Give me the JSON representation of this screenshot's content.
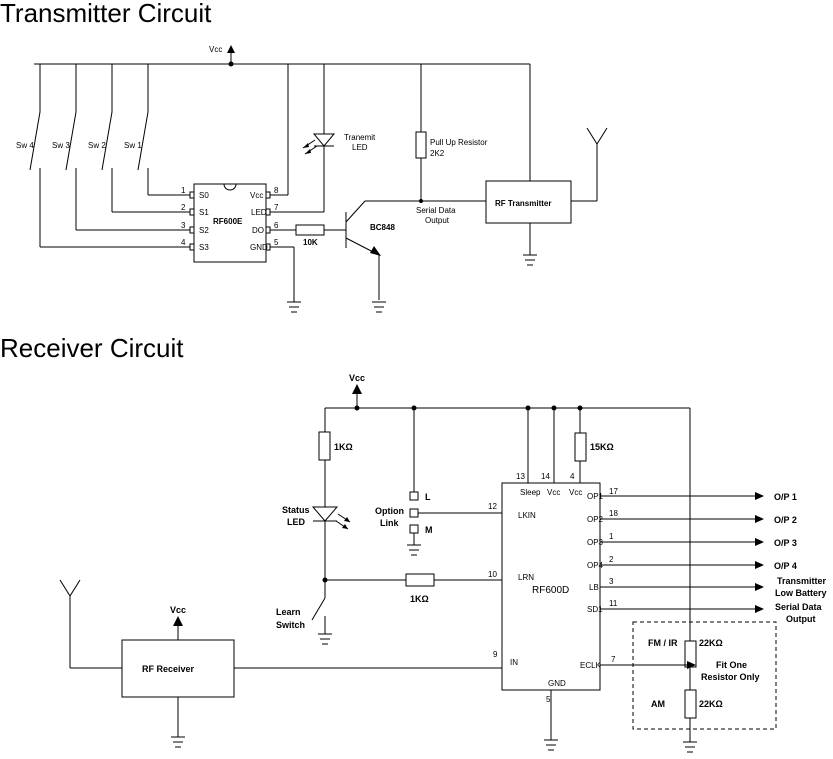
{
  "transmitter": {
    "title": "Transmitter Circuit",
    "vcc": "Vcc",
    "switches": [
      "Sw 4",
      "Sw 3",
      "Sw 2",
      "Sw 1"
    ],
    "ic_name": "RF600E",
    "pins_left": [
      {
        "num": "1",
        "name": "S0"
      },
      {
        "num": "2",
        "name": "S1"
      },
      {
        "num": "3",
        "name": "S2"
      },
      {
        "num": "4",
        "name": "S3"
      }
    ],
    "pins_right": [
      {
        "num": "8",
        "name": "Vcc"
      },
      {
        "num": "7",
        "name": "LED"
      },
      {
        "num": "6",
        "name": "DO"
      },
      {
        "num": "5",
        "name": "GND"
      }
    ],
    "led_label_1": "Tranemit",
    "led_label_2": "LED",
    "pullup_label_1": "Pull Up Resistor",
    "pullup_label_2": "2K2",
    "resistor_label": "10K",
    "transistor_label": "BC848",
    "serial_label_1": "Serial Data",
    "serial_label_2": "Output",
    "rf_block": "RF Transmitter"
  },
  "receiver": {
    "title": "Receiver Circuit",
    "vcc_top": "Vcc",
    "vcc_rf": "Vcc",
    "r_top_left": "1KΩ",
    "r_top_right": "15KΩ",
    "r_learn": "1KΩ",
    "status_led_1": "Status",
    "status_led_2": "LED",
    "option_1": "Option",
    "option_2": "Link",
    "option_l": "L",
    "option_m": "M",
    "learn_1": "Learn",
    "learn_2": "Switch",
    "rf_block": "RF Receiver",
    "ic_name": "RF600D",
    "top_pins": [
      {
        "num": "13",
        "name": "Sleep"
      },
      {
        "num": "14",
        "name": "Vcc"
      },
      {
        "num": "4",
        "name": "Vcc"
      }
    ],
    "left_pins": [
      {
        "num": "12",
        "name": "LKIN"
      },
      {
        "num": "10",
        "name": "LRN"
      },
      {
        "num": "9",
        "name": "IN"
      }
    ],
    "right_pins": [
      {
        "num": "17",
        "name": "OP1"
      },
      {
        "num": "18",
        "name": "OP2"
      },
      {
        "num": "1",
        "name": "OP3"
      },
      {
        "num": "2",
        "name": "OP4"
      },
      {
        "num": "3",
        "name": "LB"
      },
      {
        "num": "11",
        "name": "SD1"
      },
      {
        "num": "7",
        "name": "ECLK"
      }
    ],
    "gnd_pin": {
      "num": "5",
      "name": "GND"
    },
    "outputs": [
      "O/P 1",
      "O/P 2",
      "O/P 3",
      "O/P 4"
    ],
    "low_batt_1": "Transmitter",
    "low_batt_2": "Low Battery",
    "serial_1": "Serial Data",
    "serial_2": "Output",
    "fm_ir": "FM / IR",
    "am": "AM",
    "r_fm": "22KΩ",
    "r_am": "22KΩ",
    "fit_1": "Fit One",
    "fit_2": "Resistor Only"
  }
}
